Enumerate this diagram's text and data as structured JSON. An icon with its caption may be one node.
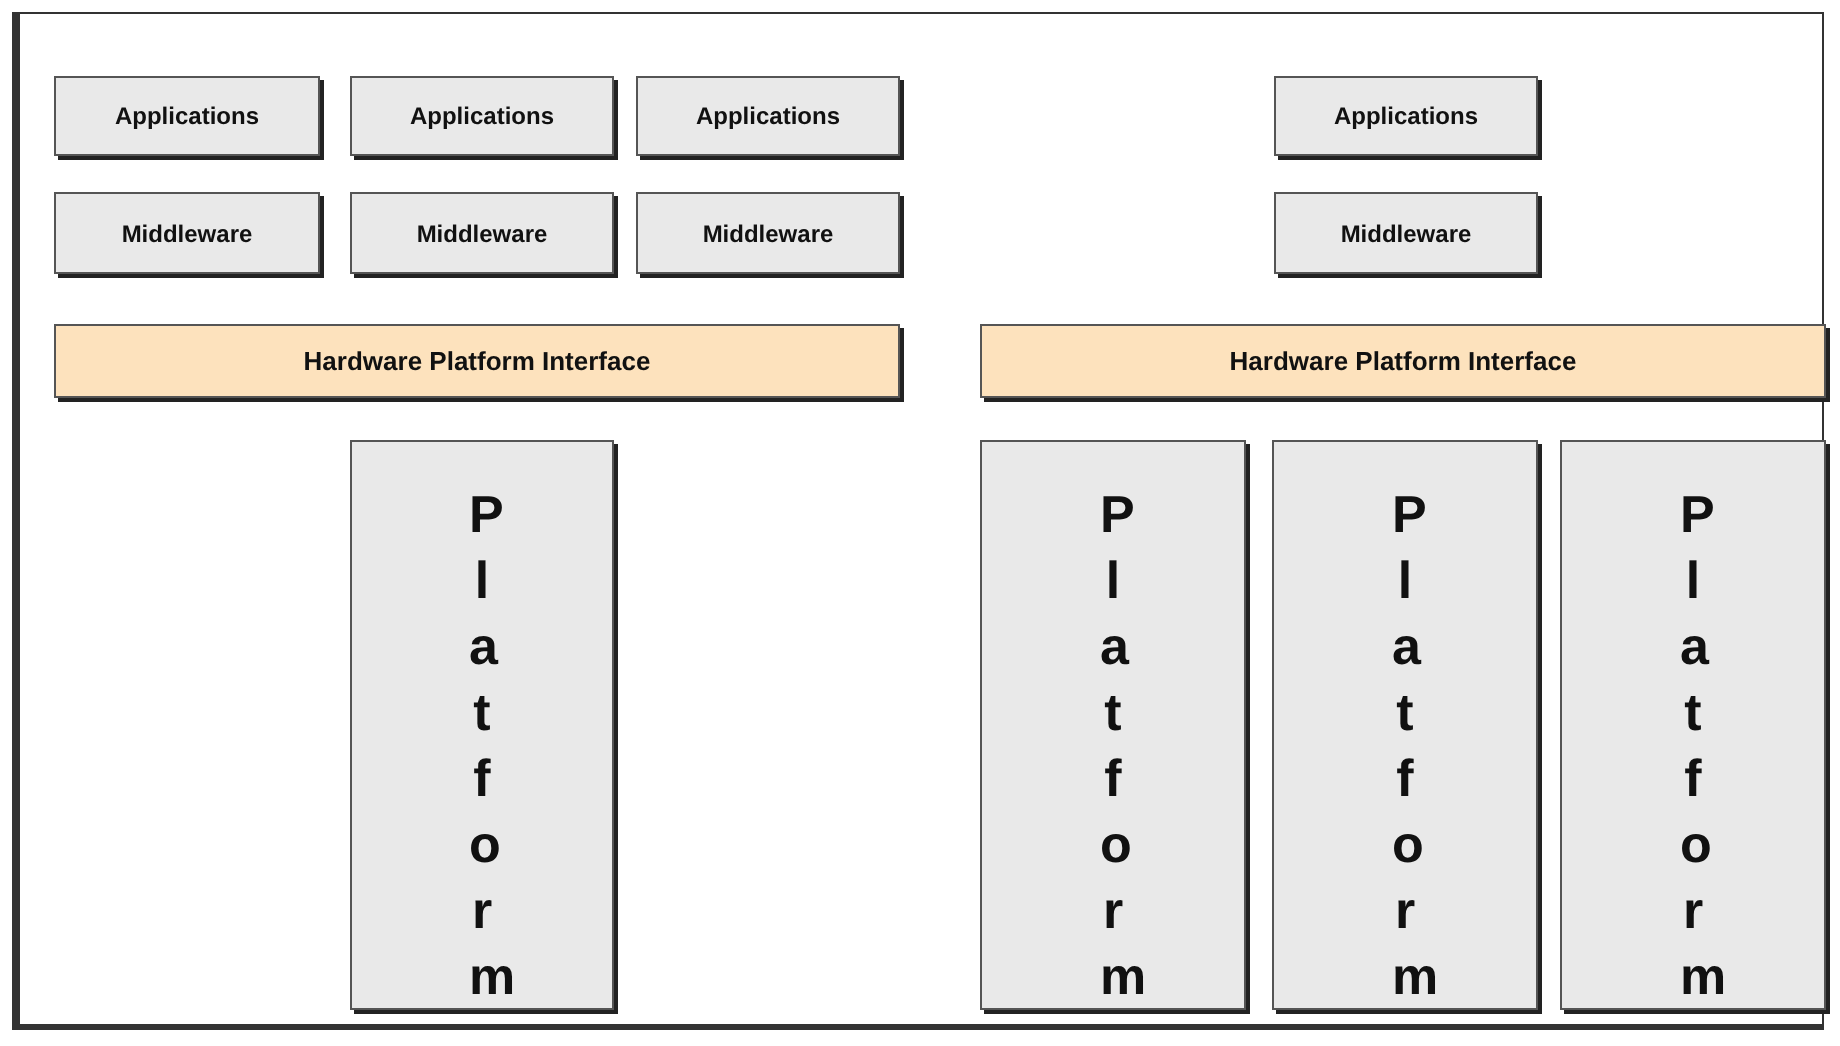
{
  "diagram": {
    "nodes": [
      {
        "text": [
          "Applications"
        ]
      },
      {
        "text": [
          "Applications"
        ]
      },
      {
        "text": [
          "Applications"
        ]
      },
      {
        "text": [
          "Applications"
        ]
      },
      {
        "text": [
          "Middleware"
        ]
      },
      {
        "text": [
          "Middleware"
        ]
      },
      {
        "text": [
          "Middleware"
        ]
      },
      {
        "text": [
          "Middleware"
        ]
      },
      {
        "text": [
          "Hardware Platform Interface"
        ]
      },
      {
        "text": [
          "Hardware Platform Interface"
        ]
      },
      {
        "text": [
          "Platform"
        ]
      },
      {
        "text": [
          "Platform"
        ]
      },
      {
        "text": [
          "Platform"
        ]
      },
      {
        "text": [
          "Platform"
        ]
      }
    ]
  }
}
